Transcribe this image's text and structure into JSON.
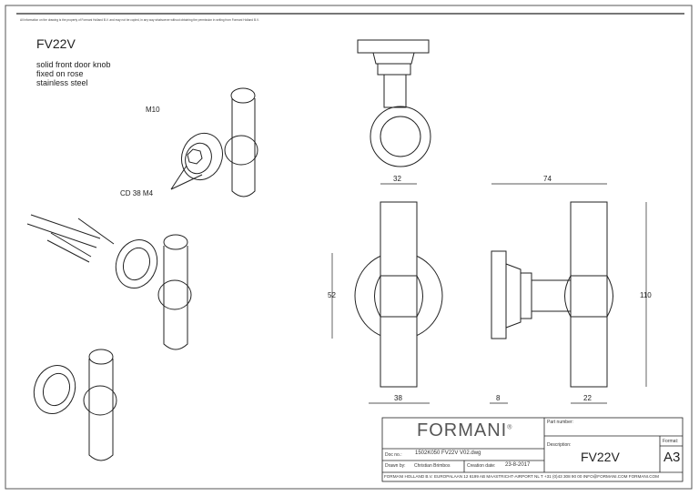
{
  "disclaimer": "All information on the drawing is the property of Formani Holland B.V. and may not be copied, in any way whatsoever without obtaining the permission in writing from Formani Holland B.V.",
  "product": {
    "code": "FV22V",
    "lines": [
      "solid front door knob",
      "fixed on rose",
      "stainless steel"
    ]
  },
  "callouts": {
    "thread": "M10",
    "fixing": "CD 38  M4"
  },
  "dimensions": {
    "width_top": "32",
    "length": "74",
    "height": "110",
    "rose_height": "52",
    "rose_dia": "38",
    "rose_thickness": "8",
    "bar_dia": "22"
  },
  "title_block": {
    "brand": "FORMANI",
    "brand_mark": "®",
    "part_number_label": "Part number:",
    "part_number": "",
    "description_label": "Description:",
    "description": "FV22V",
    "format_label": "Format:",
    "format": "A3",
    "doc_no_label": "Doc no.:",
    "doc_no": "1502K050 FV22V V02.dwg",
    "drawn_by_label": "Drawn by:",
    "drawn_by": "Christian Brimbos",
    "creation_date_label": "Creation date:",
    "creation_date": "23-8-2017",
    "footer": "FORMANI HOLLAND B.V.  EUROPALAAN 12  6199 AB MAASTRICHT-AIRPORT NL  T +31 (0)43 308 90 00 INFO@FORMANI.COM FORMANI.COM"
  }
}
